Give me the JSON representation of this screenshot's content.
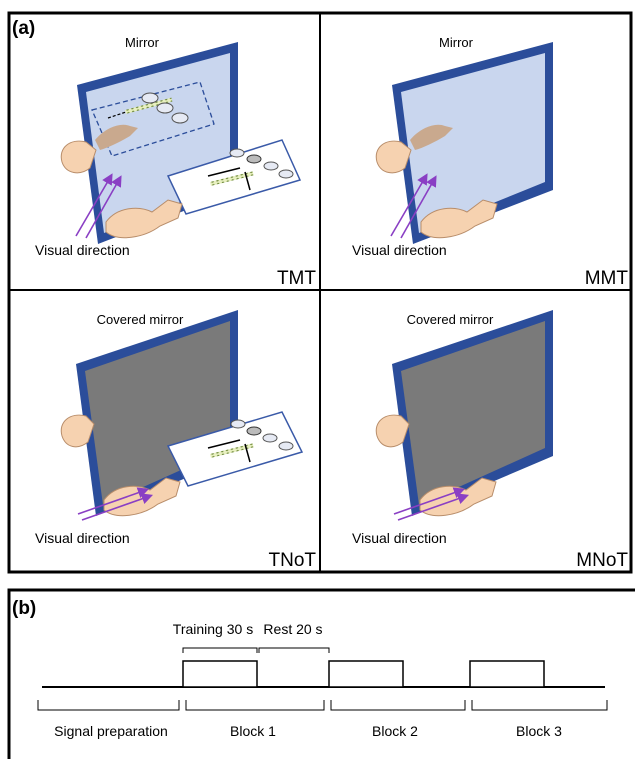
{
  "panel_a": {
    "label": "(a)",
    "cells": [
      {
        "name": "TMT",
        "mirror_label": "Mirror",
        "visual_label": "Visual direction"
      },
      {
        "name": "MMT",
        "mirror_label": "Mirror",
        "visual_label": "Visual direction"
      },
      {
        "name": "TNoT",
        "mirror_label": "Covered mirror",
        "visual_label": "Visual direction"
      },
      {
        "name": "MNoT",
        "mirror_label": "Covered mirror",
        "visual_label": "Visual direction"
      }
    ]
  },
  "panel_b": {
    "label": "(b)",
    "training_label": "Training 30 s",
    "rest_label": "Rest 20 s",
    "segments": [
      "Signal preparation",
      "Block 1",
      "Block 2",
      "Block 3"
    ]
  },
  "colors": {
    "mirror_frame": "#2b4d9a",
    "mirror_glass": "#c9d6ee",
    "covered_glass": "#7a7a7a",
    "arrow": "#8a3fc4",
    "skin": "#f6d2b0",
    "paper_border": "#3a5aa8"
  }
}
